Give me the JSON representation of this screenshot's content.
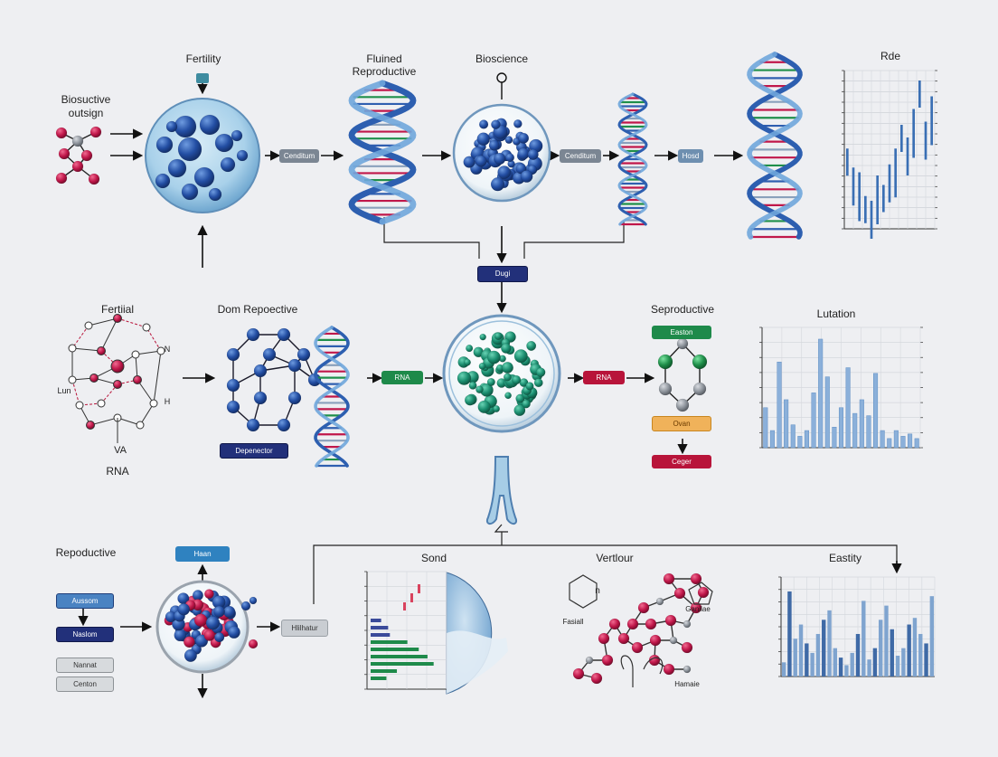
{
  "labels": {
    "bioactive": "Biosuctive\noutsign",
    "fertility": "Fertility",
    "fluined": "Fluined\nReproductive",
    "bioscience": "Bioscience",
    "rde": "Rde",
    "fertiial": "Fertiial",
    "dom_repoective": "Dom Repoective",
    "seproductive": "Seproductive",
    "lutation": "Lutation",
    "repoductive": "Repoductive",
    "sond": "Sond",
    "vertlour": "Vertlour",
    "eastity": "Eastity",
    "rna_bottom": "RNA",
    "lun": "Lun",
    "va": "VA",
    "fasiall": "Fasiall",
    "ganilae": "Ganilae",
    "hamaie": "Hamaie",
    "n_label": "n",
    "n_right": "N",
    "h_right": "H"
  },
  "pills": {
    "cenditum1": "Cenditum",
    "cenditum2": "Cenditum",
    "host": "Hosd",
    "dugi": "Dugi",
    "rna_green": "RNA",
    "rna_red": "RNA",
    "easton": "Easton",
    "ovan": "Ovan",
    "ceger": "Ceger",
    "depenector": "Depenector",
    "haan": "Haan",
    "aussom": "Aussom",
    "naslom": "Naslom",
    "nannat": "Nannat",
    "centon": "Centon",
    "hlilhatur": "Hlilhatur"
  },
  "colors": {
    "navy": "#25307a",
    "green": "#1e8a4a",
    "red": "#b8143a",
    "blue_sphere": "#2c5bb0",
    "teal_sphere": "#1f9a7a",
    "crimson": "#c0174a",
    "bar_blue": "#5f8fc4"
  },
  "chart_data": [
    {
      "type": "bar",
      "title": "Rde",
      "note": "floating bars (top-right)",
      "values": [
        0.45,
        0.33,
        0.3,
        0.15,
        0.12,
        0.28,
        0.22,
        0.35,
        0.45,
        0.6,
        0.52,
        0.7,
        0.88,
        0.62,
        0.78
      ]
    },
    {
      "type": "bar",
      "title": "Lutation",
      "values": [
        0.35,
        0.15,
        0.75,
        0.42,
        0.2,
        0.1,
        0.15,
        0.48,
        0.95,
        0.62,
        0.18,
        0.35,
        0.7,
        0.3,
        0.42,
        0.28,
        0.65,
        0.15,
        0.08,
        0.15,
        0.1,
        0.12,
        0.08
      ]
    },
    {
      "type": "bar",
      "title": "Sond",
      "note": "horizontal mixed bars",
      "values": [
        0.12,
        0.2,
        0.22,
        0.42,
        0.55,
        0.65,
        0.72,
        0.3,
        0.18
      ]
    },
    {
      "type": "bar",
      "title": "Eastity",
      "values": [
        0.15,
        0.9,
        0.4,
        0.55,
        0.35,
        0.25,
        0.45,
        0.6,
        0.7,
        0.3,
        0.2,
        0.12,
        0.25,
        0.45,
        0.8,
        0.18,
        0.3,
        0.6,
        0.75,
        0.5,
        0.22,
        0.3,
        0.55,
        0.62,
        0.45,
        0.35,
        0.85
      ]
    }
  ]
}
